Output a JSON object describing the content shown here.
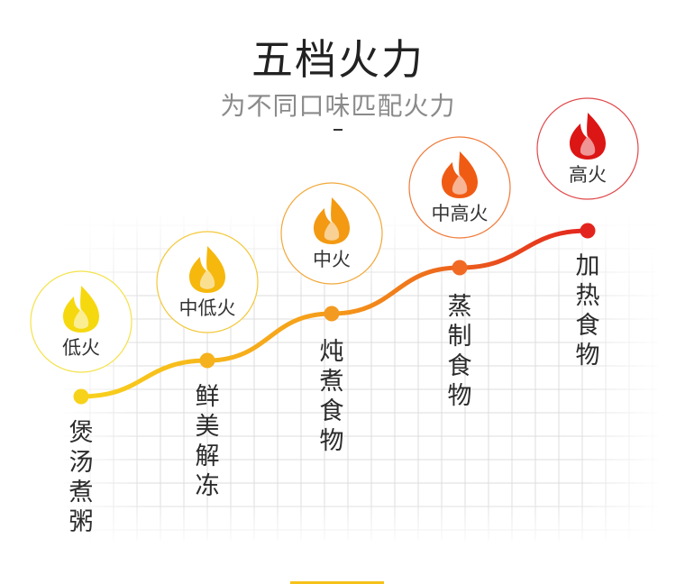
{
  "header": {
    "title": "五档火力",
    "subtitle": "为不同口味匹配火力"
  },
  "levels": [
    {
      "label": "低火",
      "food": "煲汤煮粥",
      "color": "#f6d80f",
      "ring": "#f4e24a",
      "point": "#f7d21a"
    },
    {
      "label": "中低火",
      "food": "鲜美解冻",
      "color": "#f6b80c",
      "ring": "#f3c83a",
      "point": "#f6b21e"
    },
    {
      "label": "中火",
      "food": "炖煮食物",
      "color": "#f39a12",
      "ring": "#f1a83a",
      "point": "#f39a20"
    },
    {
      "label": "中高火",
      "food": "蒸制食物",
      "color": "#f05b14",
      "ring": "#ef7a3a",
      "point": "#f06a24"
    },
    {
      "label": "高火",
      "food": "加热食物",
      "color": "#dc1515",
      "ring": "#e0484a",
      "point": "#e3241e"
    }
  ],
  "colors": {
    "curve_start": "#f8d21c",
    "curve_end": "#e3241e",
    "grid": "#dcdcdc",
    "accent_bar": "#f6c21a"
  }
}
